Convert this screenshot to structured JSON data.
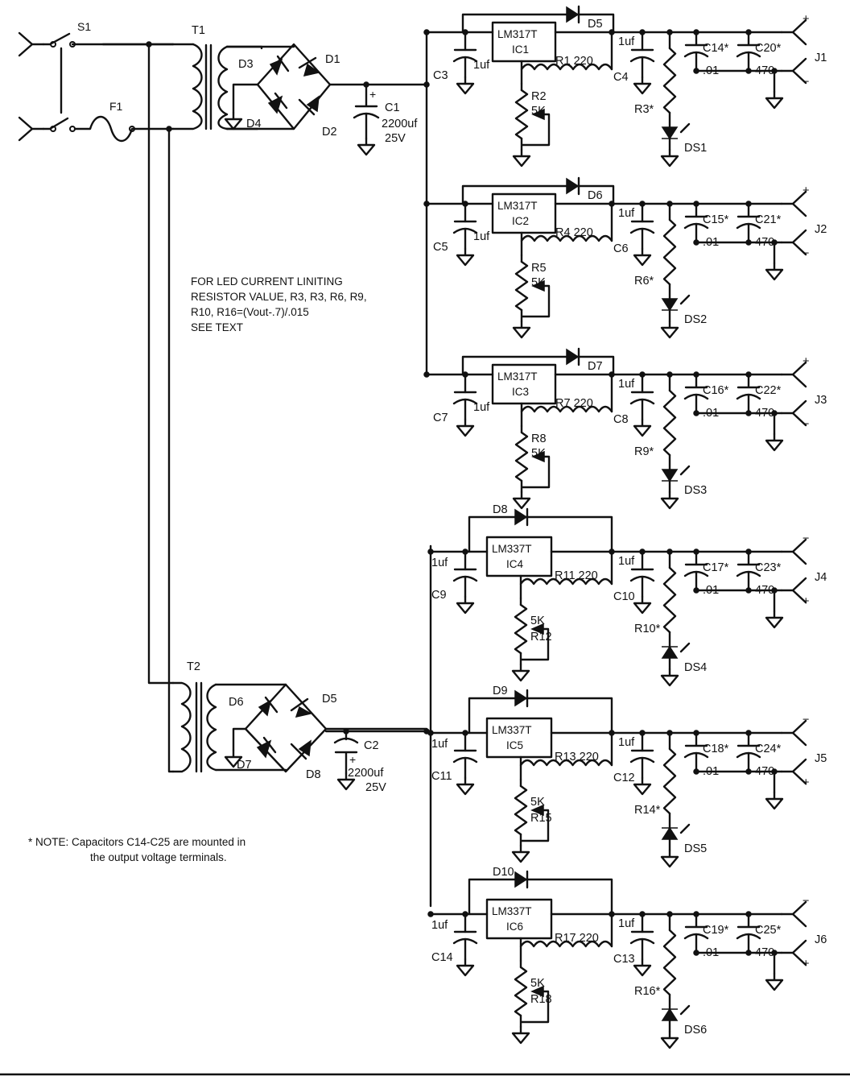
{
  "input": {
    "switch": "S1",
    "fuse": "F1",
    "transformers": [
      "T1",
      "T2"
    ]
  },
  "rectifier_top": {
    "diodes": [
      "D1",
      "D2",
      "D3",
      "D4"
    ],
    "cap_label": "C1",
    "cap_value": "2200uf",
    "cap_voltage": "25V"
  },
  "rectifier_bottom": {
    "diodes": [
      "D5",
      "D6",
      "D7",
      "D8"
    ],
    "cap_label": "C2",
    "cap_value": "2200uf",
    "cap_voltage": "25V"
  },
  "regulators": [
    {
      "chip": "LM317T",
      "ic": "IC1",
      "diode": "D5",
      "res": "R1 220",
      "in_cap": "C3",
      "in_cap_val": "1uf",
      "pot": "R2",
      "pot_val": "5K",
      "out_cap": "C4",
      "out_cap_val": "1uf",
      "led_res": "R3*",
      "led": "DS1",
      "c_a": "C14*",
      "c_a_val": ".01",
      "c_b": "C20*",
      "c_b_val": "470",
      "jack": "J1",
      "top_sign": "+",
      "bot_sign": "−"
    },
    {
      "chip": "LM317T",
      "ic": "IC2",
      "diode": "D6",
      "res": "R4 220",
      "in_cap": "C5",
      "in_cap_val": "1uf",
      "pot": "R5",
      "pot_val": "5K",
      "out_cap": "C6",
      "out_cap_val": "1uf",
      "led_res": "R6*",
      "led": "DS2",
      "c_a": "C15*",
      "c_a_val": ".01",
      "c_b": "C21*",
      "c_b_val": "470",
      "jack": "J2",
      "top_sign": "+",
      "bot_sign": "−"
    },
    {
      "chip": "LM317T",
      "ic": "IC3",
      "diode": "D7",
      "res": "R7 220",
      "in_cap": "C7",
      "in_cap_val": "1uf",
      "pot": "R8",
      "pot_val": "5K",
      "out_cap": "C8",
      "out_cap_val": "1uf",
      "led_res": "R9*",
      "led": "DS3",
      "c_a": "C16*",
      "c_a_val": ".01",
      "c_b": "C22*",
      "c_b_val": "470",
      "jack": "J3",
      "top_sign": "+",
      "bot_sign": "−"
    },
    {
      "chip": "LM337T",
      "ic": "IC4",
      "diode": "D8",
      "res": "R11 220",
      "in_cap": "C9",
      "in_cap_val": "1uf",
      "pot": "R12",
      "pot_val": "5K",
      "out_cap": "C10",
      "out_cap_val": "1uf",
      "led_res": "R10*",
      "led": "DS4",
      "c_a": "C17*",
      "c_a_val": ".01",
      "c_b": "C23*",
      "c_b_val": "470",
      "jack": "J4",
      "top_sign": "−",
      "bot_sign": "+"
    },
    {
      "chip": "LM337T",
      "ic": "IC5",
      "diode": "D9",
      "res": "R13 220",
      "in_cap": "C11",
      "in_cap_val": "1uf",
      "pot": "R15",
      "pot_val": "5K",
      "out_cap": "C12",
      "out_cap_val": "1uf",
      "led_res": "R14*",
      "led": "DS5",
      "c_a": "C18*",
      "c_a_val": ".01",
      "c_b": "C24*",
      "c_b_val": "470",
      "jack": "J5",
      "top_sign": "−",
      "bot_sign": "+"
    },
    {
      "chip": "LM337T",
      "ic": "IC6",
      "diode": "D10",
      "res": "R17 220",
      "in_cap": "C14",
      "in_cap_val": "1uf",
      "pot": "R18",
      "pot_val": "5K",
      "out_cap": "C13",
      "out_cap_val": "1uf",
      "led_res": "R16*",
      "led": "DS6",
      "c_a": "C19*",
      "c_a_val": ".01",
      "c_b": "C25*",
      "c_b_val": "470",
      "jack": "J6",
      "top_sign": "−",
      "bot_sign": "+"
    }
  ],
  "notes": {
    "led_note": [
      "FOR LED CURRENT LINITING",
      "RESISTOR VALUE, R3, R3, R6, R9,",
      "R10, R16=(Vout-.7)/.015",
      "SEE TEXT"
    ],
    "cap_note": [
      "* NOTE: Capacitors C14-C25 are mounted in",
      "the output voltage terminals."
    ]
  },
  "colors": {
    "ink": "#111111",
    "paper": "#ffffff"
  }
}
